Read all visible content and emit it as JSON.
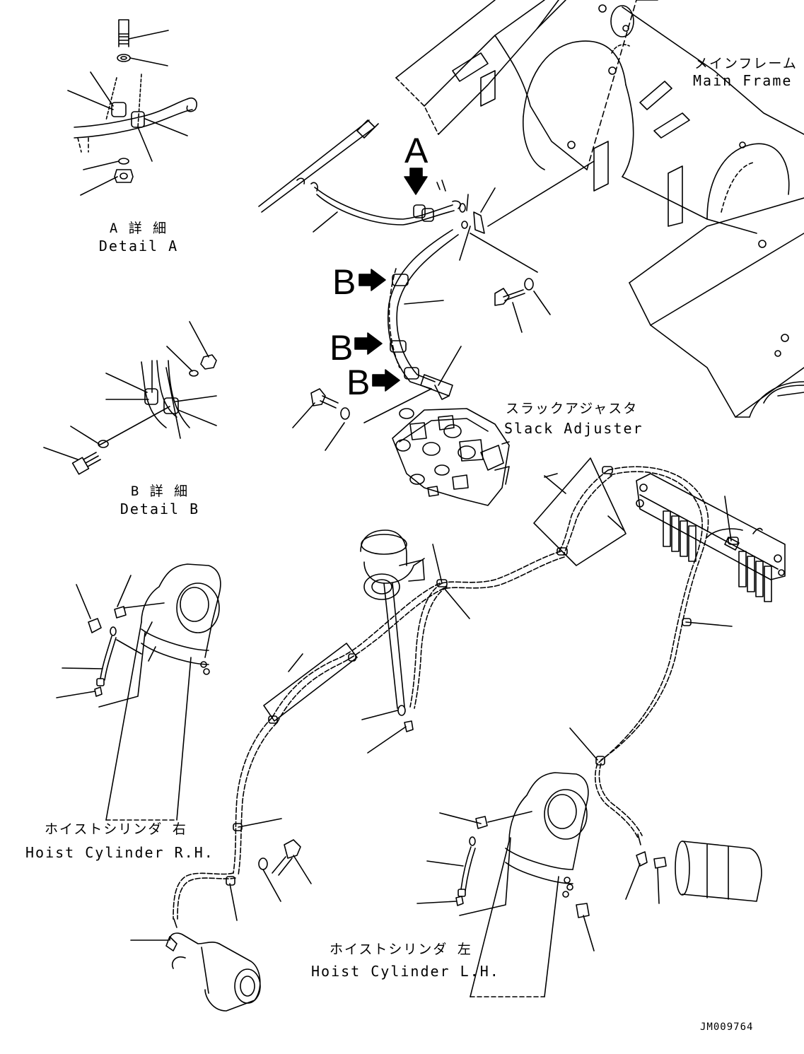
{
  "labels": {
    "detail_a_jp": "A 詳 細",
    "detail_a_en": "Detail A",
    "detail_b_jp": "B 詳 細",
    "detail_b_en": "Detail B",
    "main_frame_jp": "メインフレーム",
    "main_frame_en": "Main Frame",
    "slack_adjuster_jp": "スラックアジャスタ",
    "slack_adjuster_en": "Slack Adjuster",
    "hoist_rh_jp": "ホイストシリンダ 右",
    "hoist_rh_en": "Hoist Cylinder R.H.",
    "hoist_lh_jp": "ホイストシリンダ 左",
    "hoist_lh_en": "Hoist Cylinder L.H.",
    "view_a_letter": "A",
    "view_b_letter": "B",
    "drawing_number": "JM009764"
  },
  "colors": {
    "line": "#000000",
    "background": "#ffffff"
  }
}
